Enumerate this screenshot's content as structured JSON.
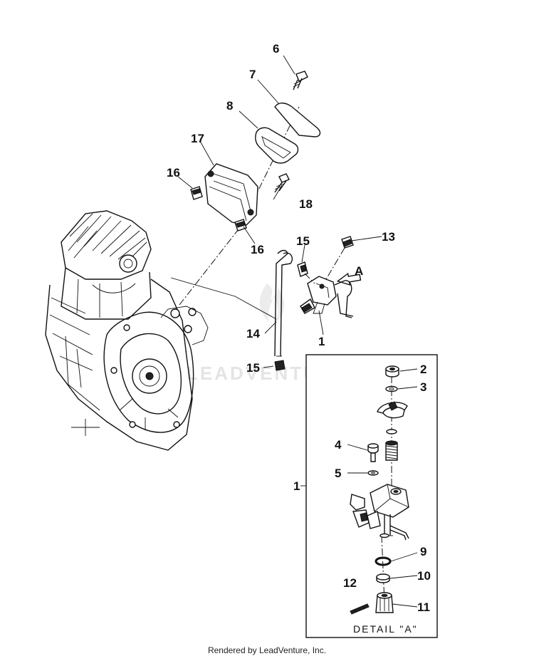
{
  "watermark": "LEADVENTURE",
  "footer": "Rendered by LeadVenture, Inc.",
  "detail": {
    "title": "DETAIL \"A\""
  },
  "view_arrow_label": "A",
  "callouts": {
    "c6": "6",
    "c7": "7",
    "c8": "8",
    "c17": "17",
    "c16a": "16",
    "c18": "18",
    "c16b": "16",
    "c15a": "15",
    "c13": "13",
    "c14": "14",
    "c1a": "1",
    "c15b": "15",
    "c2": "2",
    "c3": "3",
    "c4": "4",
    "c5": "5",
    "c1b": "1",
    "c9": "9",
    "c12": "12",
    "c10": "10",
    "c11": "11"
  }
}
